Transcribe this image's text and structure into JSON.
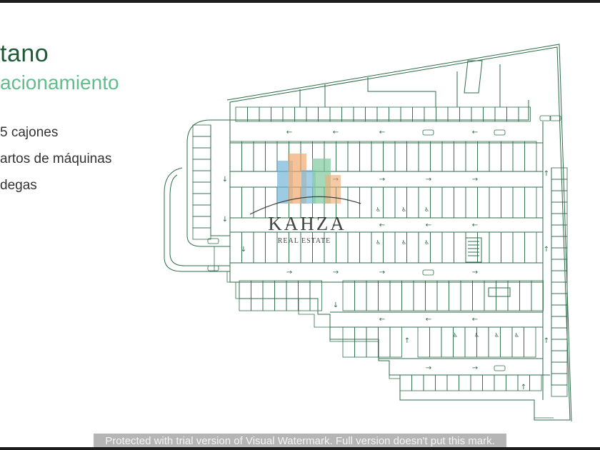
{
  "slide": {
    "title": "tano",
    "subtitle": "acionamiento",
    "bullets": [
      "5 cajones",
      "artos de máquinas",
      "degas"
    ]
  },
  "logo": {
    "brand": "KAHZA",
    "tagline": "REAL ESTATE"
  },
  "watermark": "Protected with trial version of Visual Watermark. Full version doesn't put this mark.",
  "plan": {
    "icons": [
      "arrow-left-icon",
      "arrow-right-icon",
      "arrow-up-icon",
      "arrow-down-icon",
      "car-icon",
      "accessible-parking-icon",
      "stairs-icon",
      "elevator-icon"
    ]
  },
  "colors": {
    "title": "#1e5a36",
    "subtitle": "#5fbf8b",
    "plan_line": "#2f6b4a",
    "logo_blue": "#6fb3d8",
    "logo_orange": "#f0a56a",
    "logo_green": "#7cc79a"
  }
}
